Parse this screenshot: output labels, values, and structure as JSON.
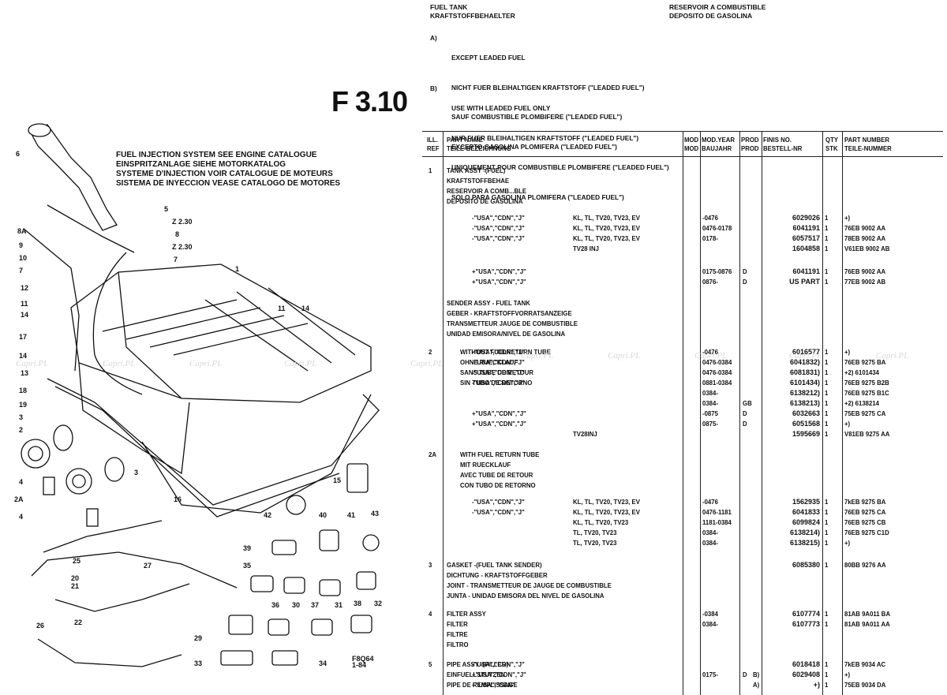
{
  "header": {
    "left": [
      "FUEL TANK",
      "KRAFTSTOFFBEHAELTER"
    ],
    "right": [
      "RESERVOIR A COMBUSTIBLE",
      "DEPOSITO DE GASOLINA"
    ]
  },
  "notes": [
    {
      "label": "A)",
      "lines": [
        "EXCEPT LEADED FUEL",
        "NICHT FUER BLEIHALTIGEN KRAFTSTOFF (\"LEADED FUEL\")",
        "SAUF COMBUSTIBLE PLOMBIFERE (\"LEADED FUEL\")",
        "EXCEPTO GASOLINA PLOMIFERA (\"LEADED FUEL\")"
      ]
    },
    {
      "label": "B)",
      "lines": [
        "USE WITH LEADED FUEL ONLY",
        "NUR FUER BLEIHALTIGEN KRAFTSTOFF (\"LEADED FUEL\")",
        "UNIQUEMENT POUR COMBUSTIBLE PLOMBIFERE (\"LEADED FUEL\")",
        "SOLO PARA GASOLINA PLOMIFERA (\"LEADED FUEL\")"
      ]
    }
  ],
  "figure_number": "F 3.10",
  "fuel_injection_note": [
    "FUEL INJECTION SYSTEM SEE ENGINE CATALOGUE",
    "EINSPRITZANLAGE SIEHE MOTORKATALOG",
    "SYSTEME D'INJECTION VOIR CATALOGUE DE MOTEURS",
    "SISTEMA DE INYECCION VEASE CATALOGO DE MOTORES"
  ],
  "table": {
    "headers": {
      "ill": "ILL.\nREF",
      "part_name": "PART NAME\nTEILE-BEZEICHNUNG",
      "mod": "MOD\nMOD",
      "mod_year": "MOD.YEAR\nBAUJAHR",
      "prod": "PROD\nPROD",
      "finis": "FINIS NO.\nBESTELL-NR",
      "qty": "QTY\nSTK",
      "part_number": "PART NUMBER\nTEILE-NUMMER"
    },
    "rows": [
      {
        "ref": "1",
        "name": "TANK ASSY -(FUEL)\nKRAFTSTOFFBEHAE\nRESERVOIR A COMB...BLE\nDEPOSITO DE GASOLINA"
      },
      {
        "market": "-\"USA\",\"CDN\",\"J\"",
        "models": "KL, TL, TV20, TV23, EV",
        "year": "-0476",
        "finis": "6029026",
        "qty": "1",
        "pn": "+)"
      },
      {
        "market": "-\"USA\",\"CDN\",\"J\"",
        "models": "KL, TL, TV20, TV23, EV",
        "year": "0476-0178",
        "finis": "6041191",
        "qty": "1",
        "pn": "76EB 9002 AA"
      },
      {
        "market": "-\"USA\",\"CDN\",\"J\"",
        "models": "KL, TL, TV20, TV23, EV",
        "year": "0178-",
        "finis": "6057517",
        "qty": "1",
        "pn": "78EB 9002 AA"
      },
      {
        "models": "TV28 INJ",
        "finis": "1604858",
        "qty": "1",
        "pn": "V61EB 9002 AB"
      },
      {
        "market": "+\"USA\",\"CDN\",\"J\"",
        "year": "0175-0876",
        "prod": "D",
        "finis": "6041191",
        "qty": "1",
        "pn": "76EB 9002 AA"
      },
      {
        "market": "+\"USA\",\"CDN\",\"J\"",
        "year": "0876-",
        "prod": "D",
        "finis": "US PART",
        "qty": "1",
        "pn": "77EB 9002 AB"
      },
      {
        "name": "SENDER ASSY - FUEL TANK\nGEBER - KRAFTSTOFFVORRATSANZEIGE\nTRANSMETTEUR JAUGE DE COMBUSTIBLE\nUNIDAD EMISORA/NIVEL DE GASOLINA"
      },
      {
        "ref": "2",
        "sub": "WITHOUT FUELRETURN TUBE",
        "market": "-\"USA\",\"CDN\",\"J\"",
        "year": "-0476",
        "finis": "6016577",
        "qty": "1",
        "pn": "+)"
      },
      {
        "sub": "OHNE RUECKLAUF",
        "market": "-\"USA\",\"CDN\",\"J\"",
        "year": "0476-0384",
        "finis": "6041832)",
        "qty": "1",
        "pn": "76EB 9275 BA"
      },
      {
        "sub": "SANS TUBE DE RETOUR",
        "market": "-\"USA\",\"CDN\",\"J\"",
        "year": "0476-0384",
        "finis": "6081831)",
        "qty": "1",
        "pn": "+2) 6101434"
      },
      {
        "sub": "SIN TUBO DE RETORNO",
        "market": "-\"USA\",\"CDN\",\"J\"",
        "year": "0881-0384",
        "finis": "6101434)",
        "qty": "1",
        "pn": "76EB 9275 B2B"
      },
      {
        "year": "0384-",
        "finis": "6138212)",
        "qty": "1",
        "pn": "76EB 9275 B1C"
      },
      {
        "year": "0384-",
        "prod": "GB",
        "finis": "6138213)",
        "qty": "1",
        "pn": "+2) 6138214"
      },
      {
        "market": "+\"USA\",\"CDN\",\"J\"",
        "year": "-0875",
        "prod": "D",
        "finis": "6032663",
        "qty": "1",
        "pn": "75EB 9275 CA"
      },
      {
        "market": "+\"USA\",\"CDN\",\"J\"",
        "year": "0875-",
        "prod": "D",
        "finis": "6051568",
        "qty": "1",
        "pn": "+)"
      },
      {
        "models": "TV28INJ",
        "finis": "1595669",
        "qty": "1",
        "pn": "V81EB 9275 AA"
      },
      {
        "ref": "2A",
        "sub": "WITH FUEL RETURN TUBE\nMIT RUECKLAUF\nAVEC TUBE DE RETOUR\nCON TUBO DE RETORNO"
      },
      {
        "market": "-\"USA\",\"CDN\",\"J\"",
        "models": "KL, TL, TV20, TV23, EV",
        "year": "-0476",
        "finis": "1562935",
        "qty": "1",
        "pn": "7kEB 9275 BA"
      },
      {
        "market": "-\"USA\",\"CDN\",\"J\"",
        "models": "KL, TL, TV20, TV23, EV",
        "year": "0476-1181",
        "finis": "6041833",
        "qty": "1",
        "pn": "76EB 9275 CA"
      },
      {
        "models": "KL, TL, TV20, TV23",
        "year": "1181-0384",
        "finis": "6099824",
        "qty": "1",
        "pn": "76EB 9275 CB"
      },
      {
        "models": "TL, TV20, TV23",
        "year": "0384-",
        "finis": "6138214)",
        "qty": "1",
        "pn": "76EB 9275 C1D"
      },
      {
        "models": "TL, TV20, TV23",
        "year": "0384-",
        "finis": "6138215)",
        "qty": "1",
        "pn": "+)"
      },
      {
        "ref": "3",
        "name": "GASKET -(FUEL TANK SENDER)\nDICHTUNG - KRAFTSTOFFGEBER\nJOINT - TRANSMETTEUR DE JAUGE DE COMBUSTIBLE\nJUNTA - UNIDAD EMISORA DEL NIVEL DE GASOLINA",
        "finis": "6085380",
        "qty": "1",
        "pn": "80BB 9276 AA"
      },
      {
        "ref": "4",
        "name": "FILTER ASSY\nFILTER\nFILTRE\nFILTRO",
        "year": "-0384\n0384-",
        "finis": "6107774\n6107773",
        "qty": "1\n1",
        "pn": "81AB 9A011 BA\n81AB 9A011 AA"
      },
      {
        "ref": "5",
        "name": "PIPE ASSY -(FILLER)\nEINFUELLSTUTZEN\nPIPE DE REMPLISSAGE",
        "market": "-\"USA\",\"CDN\",\"J\"\n+\"USA\",\"CDN\",\"J\"\n+\"USA\",\"CDN\"",
        "year": "\n0175-",
        "prod": "\nD",
        "note": "\nB)\nA)",
        "finis": "6018418\n6029408\n+)",
        "qty": "1\n1\n1",
        "pn": "7kEB 9034 AC\n+)\n75EB 9034 DA"
      }
    ]
  },
  "callouts": [
    "6",
    "5",
    "Z 2.30",
    "8",
    "Z 2.30",
    "7",
    "1",
    "8A",
    "9",
    "10",
    "7",
    "12",
    "11",
    "14",
    "17",
    "14",
    "13",
    "11",
    "14",
    "18",
    "19",
    "3",
    "2",
    "3",
    "4",
    "2A",
    "4",
    "15",
    "16",
    "42",
    "40",
    "41",
    "43",
    "39",
    "35",
    "36",
    "30",
    "37",
    "31",
    "38",
    "32",
    "25",
    "27",
    "20",
    "21",
    "26",
    "22",
    "29",
    "33",
    "34",
    "F8Q64\n1-84"
  ],
  "watermark": "Capri.PL"
}
